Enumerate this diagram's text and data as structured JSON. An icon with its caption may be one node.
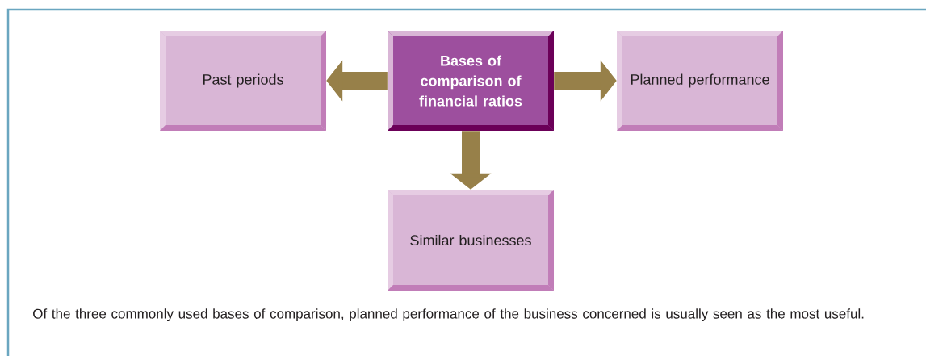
{
  "diagram": {
    "caption": "Of the three commonly used bases of comparison, planned performance of the business concerned is usually seen as the most useful.",
    "nodes": [
      {
        "text": [
          "Past periods"
        ]
      },
      {
        "text": [
          "Bases of comparison of financial ratios"
        ]
      },
      {
        "text": [
          "Planned performance"
        ]
      },
      {
        "text": [
          "Similar businesses"
        ]
      }
    ],
    "edges": [
      {
        "from": 1,
        "to": 0,
        "arrow": "to"
      },
      {
        "from": 1,
        "to": 2,
        "arrow": "to"
      },
      {
        "from": 1,
        "to": 3,
        "arrow": "to"
      }
    ]
  }
}
